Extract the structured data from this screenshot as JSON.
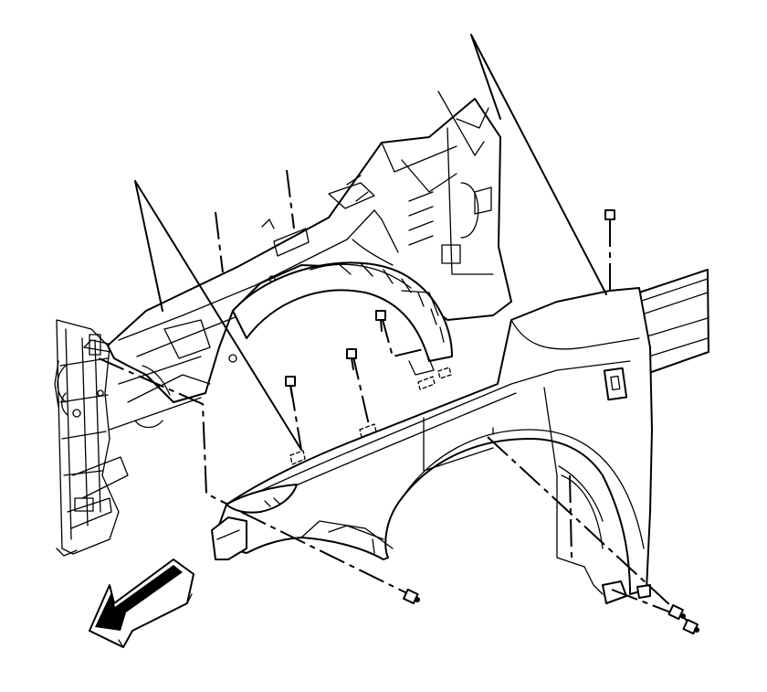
{
  "figure": {
    "subject": "front-fender-installation",
    "components": [
      {
        "name": "fender",
        "type": "body-panel"
      },
      {
        "name": "fender-apron",
        "type": "inner-structure"
      },
      {
        "name": "wheelhouse-liner",
        "type": "inner-panel"
      },
      {
        "name": "rocker-panel",
        "type": "body-panel"
      },
      {
        "name": "headlamp-mount-area",
        "type": "structure"
      }
    ],
    "fasteners": [
      {
        "id": "bolt-top-rear",
        "kind": "bolt"
      },
      {
        "id": "bolt-top-1",
        "kind": "bolt"
      },
      {
        "id": "bolt-top-2",
        "kind": "bolt"
      },
      {
        "id": "bolt-top-3",
        "kind": "bolt"
      },
      {
        "id": "bolt-front-lower",
        "kind": "bolt"
      },
      {
        "id": "bolt-rear-lower-1",
        "kind": "bolt"
      },
      {
        "id": "bolt-rear-lower-2",
        "kind": "bolt"
      }
    ],
    "direction_arrow": {
      "icon": "front-of-vehicle-arrow-icon"
    }
  }
}
